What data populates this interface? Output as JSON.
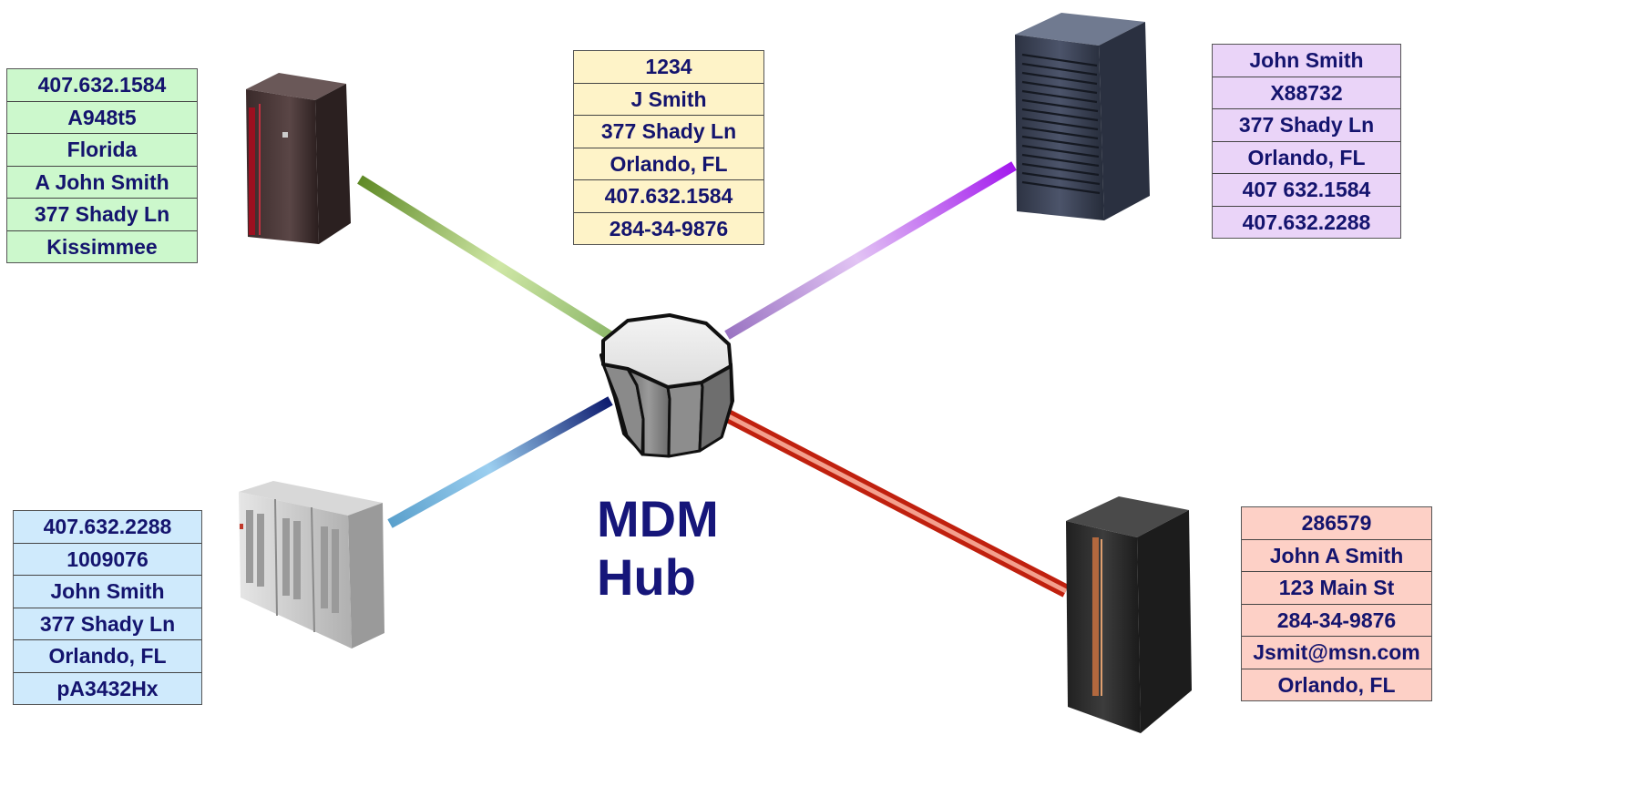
{
  "hub": {
    "label_line1": "MDM",
    "label_line2": "Hub"
  },
  "colors": {
    "title": "#16167a",
    "green_record": "#ccf8cc",
    "yellow_record": "#fef3c8",
    "purple_record": "#ead4f8",
    "blue_record": "#cfeafc",
    "red_record": "#fdd0c6"
  },
  "records": {
    "green": [
      "407.632.1584",
      "A948t5",
      "Florida",
      "A John Smith",
      "377 Shady Ln",
      "Kissimmee"
    ],
    "yellow": [
      "1234",
      "J Smith",
      "377 Shady Ln",
      "Orlando, FL",
      "407.632.1584",
      "284-34-9876"
    ],
    "purple": [
      "John Smith",
      "X88732",
      "377 Shady Ln",
      "Orlando, FL",
      "407 632.1584",
      "407.632.2288"
    ],
    "blue": [
      "407.632.2288",
      "1009076",
      "John Smith",
      "377 Shady Ln",
      "Orlando, FL",
      "pA3432Hx"
    ],
    "red": [
      "286579",
      "John A Smith",
      "123 Main St",
      "284-34-9876",
      "Jsmit@msn.com",
      "Orlando, FL"
    ]
  },
  "icons": {
    "hub": "octagonal-database-cylinder-icon",
    "green_server": "tower-server-dark-red-icon",
    "purple_server": "blade-server-rack-icon",
    "blue_server": "multi-cabinet-mainframe-icon",
    "red_server": "dark-tower-server-icon"
  }
}
